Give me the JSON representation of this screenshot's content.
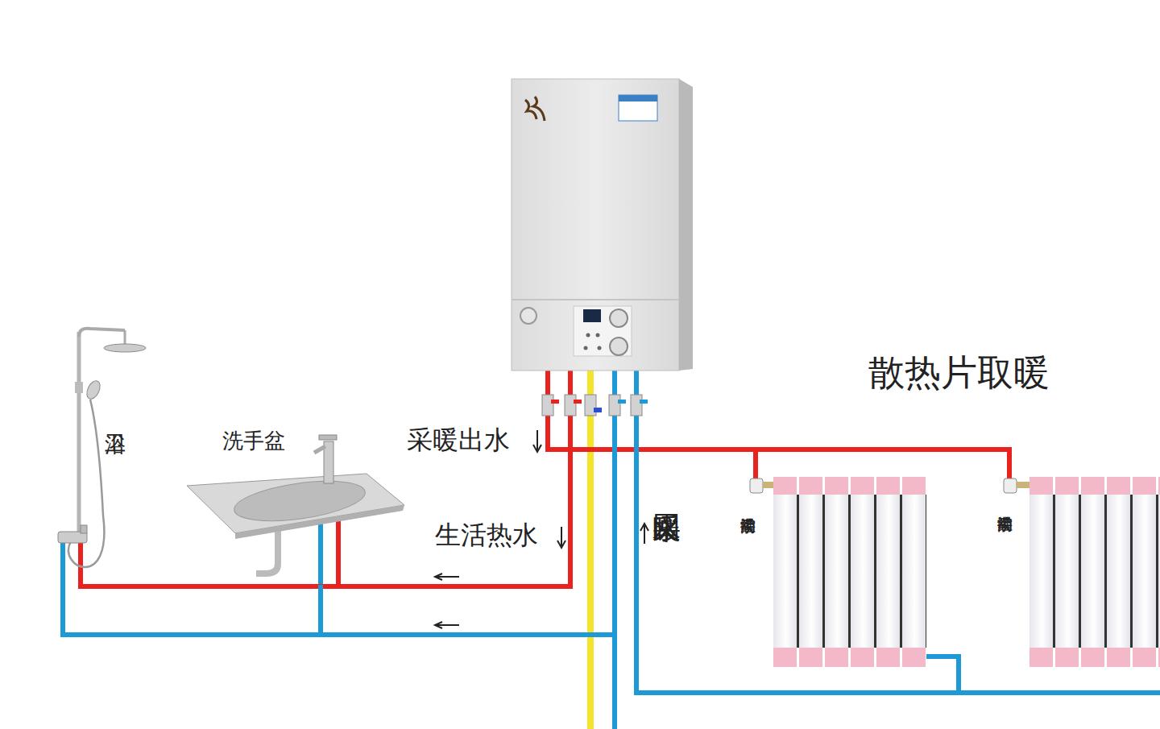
{
  "diagram": {
    "nodes": [
      {
        "text": [
          "卫浴"
        ]
      },
      {
        "text": [
          "洗手盆"
        ]
      },
      {
        "text": [
          "手动温控阀"
        ]
      },
      {
        "text": [
          "手动温控阀"
        ]
      }
    ],
    "edges": [
      {
        "from": 1,
        "to": 0,
        "arrow": "none"
      },
      {
        "from": 1,
        "to": 0,
        "arrow": "none"
      },
      {
        "from": 2,
        "to": 3,
        "arrow": "none"
      }
    ],
    "labels": [
      "采暖出水",
      "生活热水",
      "采暖回水",
      "散热片取暖"
    ]
  }
}
